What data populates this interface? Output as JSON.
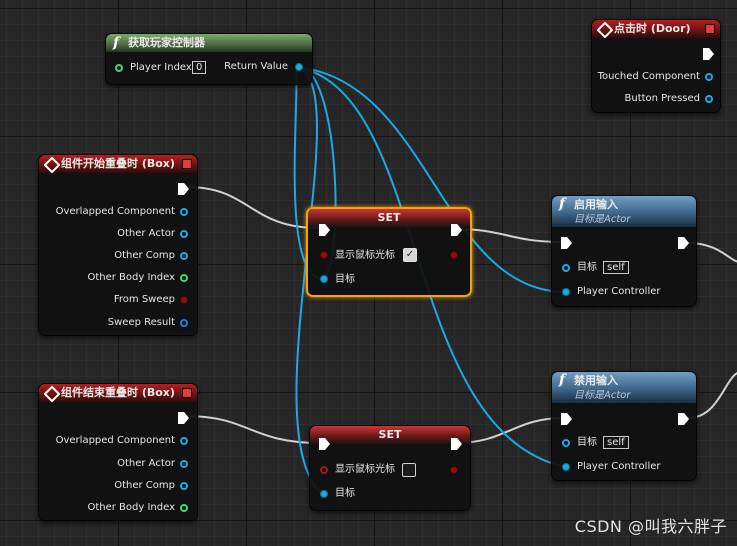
{
  "get_controller_node": {
    "title": "获取玩家控制器",
    "player_index_label": "Player Index",
    "player_index_value": "0",
    "return_value_label": "Return Value"
  },
  "on_clicked_node": {
    "title": "点击时 (Door)",
    "touched_component": "Touched Component",
    "button_pressed": "Button Pressed"
  },
  "begin_overlap_node": {
    "title": "组件开始重叠时 (Box)",
    "pins": [
      "Overlapped Component",
      "Other Actor",
      "Other Comp",
      "Other Body Index",
      "From Sweep",
      "Sweep Result"
    ]
  },
  "end_overlap_node": {
    "title": "组件结束重叠时 (Box)",
    "pins": [
      "Overlapped Component",
      "Other Actor",
      "Other Comp",
      "Other Body Index"
    ]
  },
  "set_node_top": {
    "title": "SET",
    "show_cursor_label": "显示鼠标光标",
    "show_cursor_checked": true,
    "target_label": "目标"
  },
  "set_node_bottom": {
    "title": "SET",
    "show_cursor_label": "显示鼠标光标",
    "show_cursor_checked": false,
    "target_label": "目标"
  },
  "enable_input_node": {
    "title": "启用输入",
    "subtitle": "目标是Actor",
    "target_label": "目标",
    "target_value": "self",
    "player_controller_label": "Player Controller"
  },
  "disable_input_node": {
    "title": "禁用输入",
    "subtitle": "目标是Actor",
    "target_label": "目标",
    "target_value": "self",
    "player_controller_label": "Player Controller"
  },
  "watermark": "CSDN @叫我六胖子",
  "colors": {
    "object_pin": "#1aa9e5",
    "exec_wire": "#cfcfcf",
    "selection": "#f1a20c",
    "event_header": "#b81e1e",
    "function_header": "#4f82ad",
    "pure_header": "#5f8553"
  }
}
